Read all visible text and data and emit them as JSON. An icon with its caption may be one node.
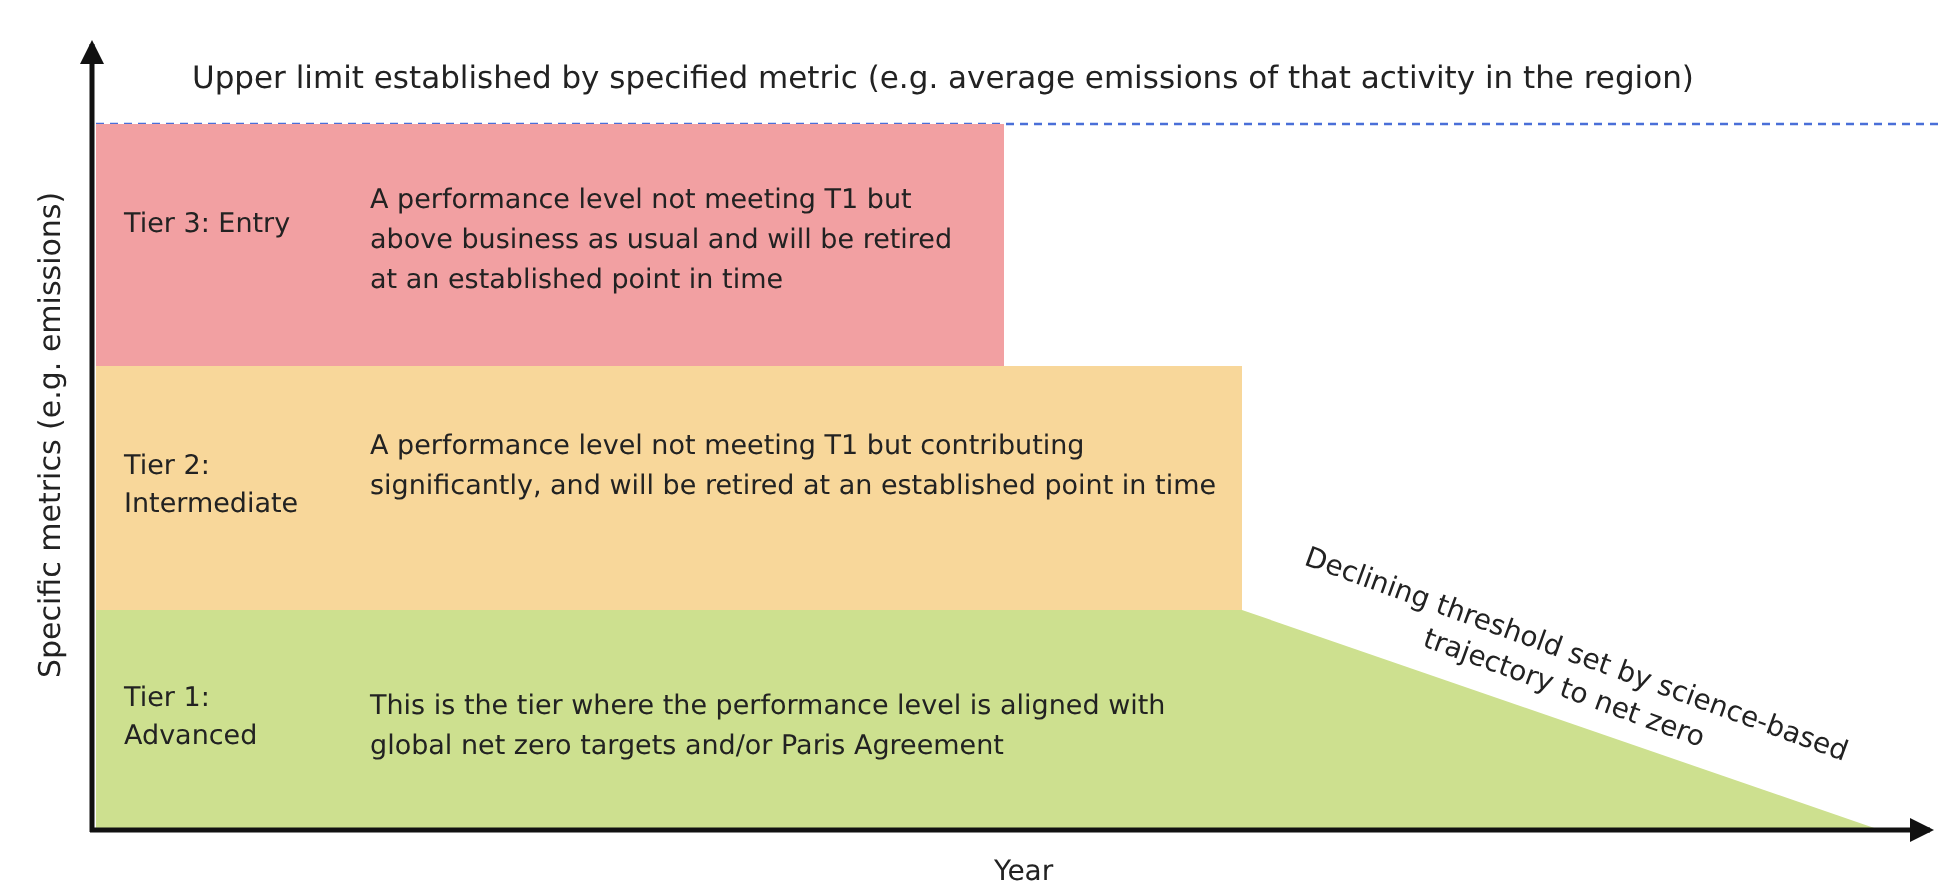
{
  "diagram": {
    "nodes": [
      {
        "text": [
          "Tier 3: Entry",
          "A performance level not meeting T1 but above business as usual and will be retired at an established point in time"
        ]
      },
      {
        "text": [
          "Tier 2: Intermediate",
          "A performance level not meeting T1 but contributing significantly, and will be retired at an established point in time"
        ]
      },
      {
        "text": [
          "Tier 1: Advanced",
          "This is the tier where the performance level is aligned with global net zero targets and/or Paris Agreement"
        ]
      }
    ],
    "edges": [],
    "labels": [
      "Upper limit established by specified metric (e.g. average emissions of that activity in the region)",
      "Specific metrics (e.g. emissions)",
      "Year",
      "Declining threshold set by science-based trajectory to net zero"
    ]
  }
}
